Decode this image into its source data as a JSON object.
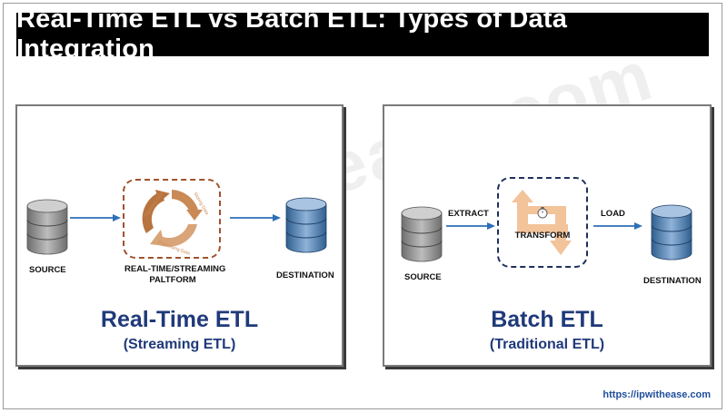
{
  "title": "Real-Time ETL vs Batch ETL: Types of Data Integration",
  "left_panel": {
    "source_label": "SOURCE",
    "platform_label_line1": "REAL-TIME/STREAMING",
    "platform_label_line2": "PALTFORM",
    "destination_label": "DESTINATION",
    "cycle_labels": [
      "Ingesting Data",
      "Storing Data",
      "Processing Data"
    ],
    "title": "Real-Time ETL",
    "subtitle": "(Streaming ETL)"
  },
  "right_panel": {
    "source_label": "SOURCE",
    "extract_label": "EXTRACT",
    "transform_label": "TRANSFORM",
    "load_label": "LOAD",
    "destination_label": "DESTINATION",
    "title": "Batch ETL",
    "subtitle": "(Traditional ETL)"
  },
  "watermark": "ipwithease.com",
  "footer_link": "https://ipwithease.com",
  "colors": {
    "title_bg": "#000000",
    "heading_blue": "#1f3a7a",
    "arrow_blue": "#2e6fb5",
    "cycle_brown": "#c98a55",
    "transform_orange": "#f3c39a",
    "db_gray": "#8c8c8c",
    "db_blue": "#5d86b3"
  }
}
